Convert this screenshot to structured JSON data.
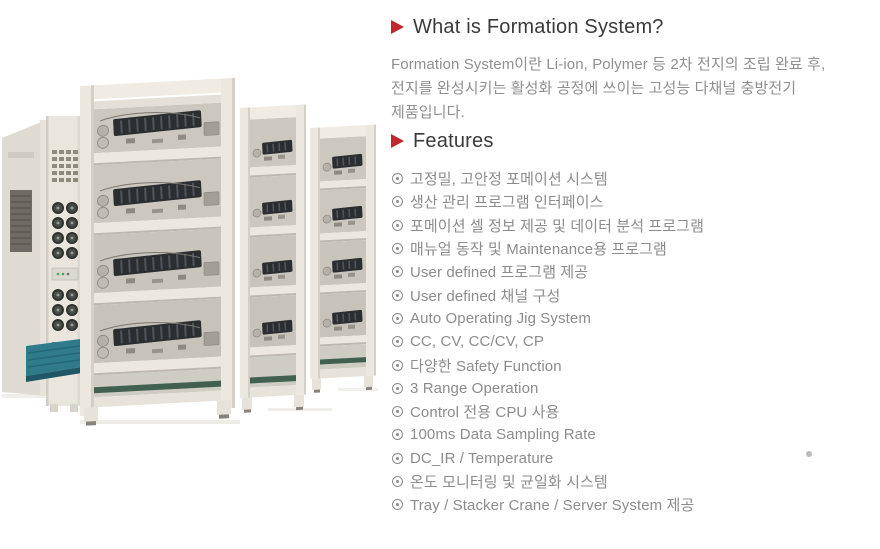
{
  "intro": {
    "title": "What is Formation System?",
    "description": "Formation System이란 Li-ion, Polymer 등 2차 전지의 조립 완료 후,\n전지를 완성시키는 활성화 공정에 쓰이는 고성능 다채널 충방전기\n제품입니다."
  },
  "features": {
    "title": "Features",
    "items": [
      "고정밀, 고안정 포메이션 시스템",
      "생산 관리 프로그램 인터페이스",
      "포메이션 셀 정보 제공 및 데이터 분석 프로그램",
      "매뉴얼 동작 및 Maintenance용 프로그램",
      "User defined 프로그램 제공",
      "User defined 채널 구성",
      "Auto Operating Jig System",
      "CC, CV, CC/CV, CP",
      "다양한 Safety Function",
      "3 Range Operation",
      "Control 전용 CPU 사용",
      "100ms Data Sampling Rate",
      "DC_IR / Temperature",
      "온도 모니터링 및 균일화 시스템",
      "Tray / Stacker Crane / Server System 제공"
    ]
  },
  "photo": {
    "subject": "formation-system-equipment-racks",
    "colors": {
      "rack_cream": "#ece8df",
      "rack_shade": "#d2cec5",
      "bay_interior": "#ccc8c0",
      "equipment_dark": "#2b2e31",
      "metal_gray": "#a8a49c",
      "platform_teal": "#2f7b8c",
      "shelf_green": "#41604f"
    }
  },
  "colors": {
    "background": "#ffffff",
    "accent_red": "#c1272f",
    "heading_text": "#3a3a3a",
    "body_text": "#8f8f8f"
  },
  "decor": {
    "gray_dot_color": "#bcbcbc"
  }
}
